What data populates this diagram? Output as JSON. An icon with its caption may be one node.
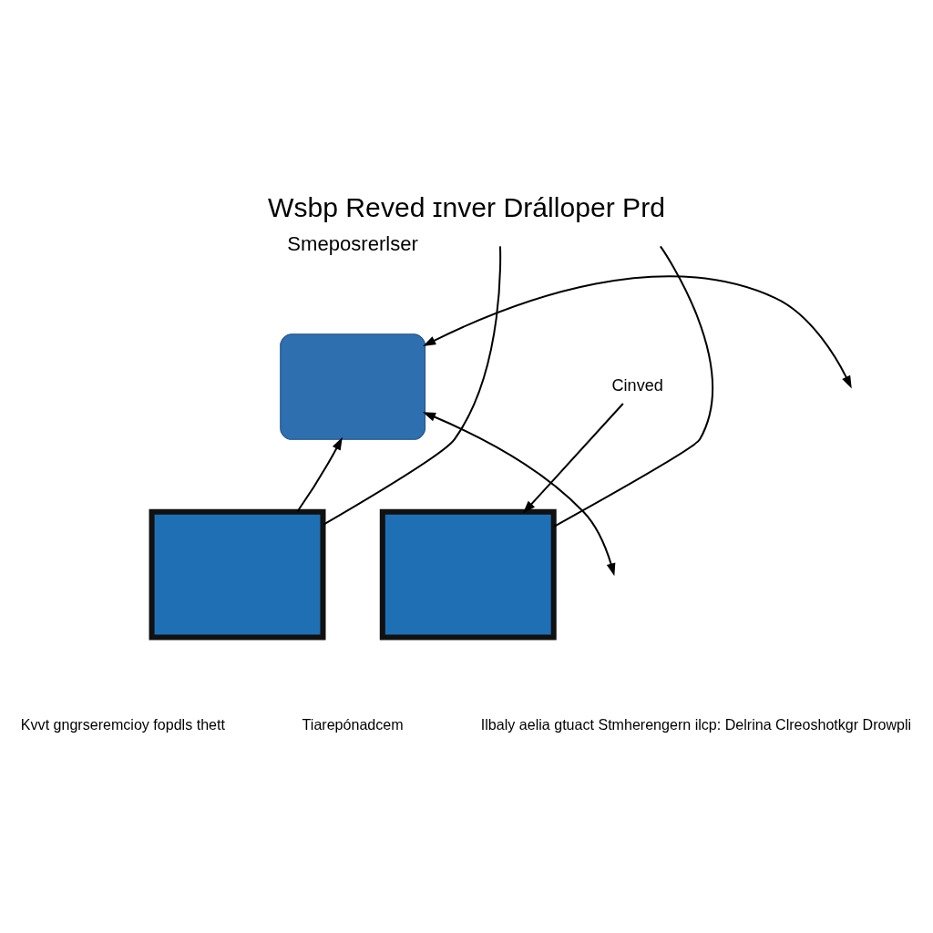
{
  "diagram": {
    "title": "Wsbp Reved ɪnver Drálloper Prd",
    "nodes": [
      {
        "text": [],
        "shape": "person"
      },
      {
        "text": [
          "Cinved"
        ]
      },
      {
        "text": [],
        "shape": "box"
      },
      {
        "text": [],
        "shape": "box"
      }
    ],
    "edges": [
      {
        "from": 2,
        "to": 0,
        "arrow": "to"
      },
      {
        "from": null,
        "to": 0,
        "arrow": "both"
      },
      {
        "from": 0,
        "to": null,
        "arrow": "both"
      },
      {
        "from": 1,
        "to": 3,
        "arrow": "to"
      },
      {
        "from": 2,
        "to": null,
        "arrow": "none"
      },
      {
        "from": 3,
        "to": null,
        "arrow": "none"
      }
    ],
    "labels": [
      "Smeposrerlser",
      "Kvvt gngrseremcioy fopdls thett",
      "Tiarepónadcem",
      "Ilbaly aelia gtuact Stmherengern ilcp: Delrina Clreoshotkgr Drowpli"
    ]
  }
}
